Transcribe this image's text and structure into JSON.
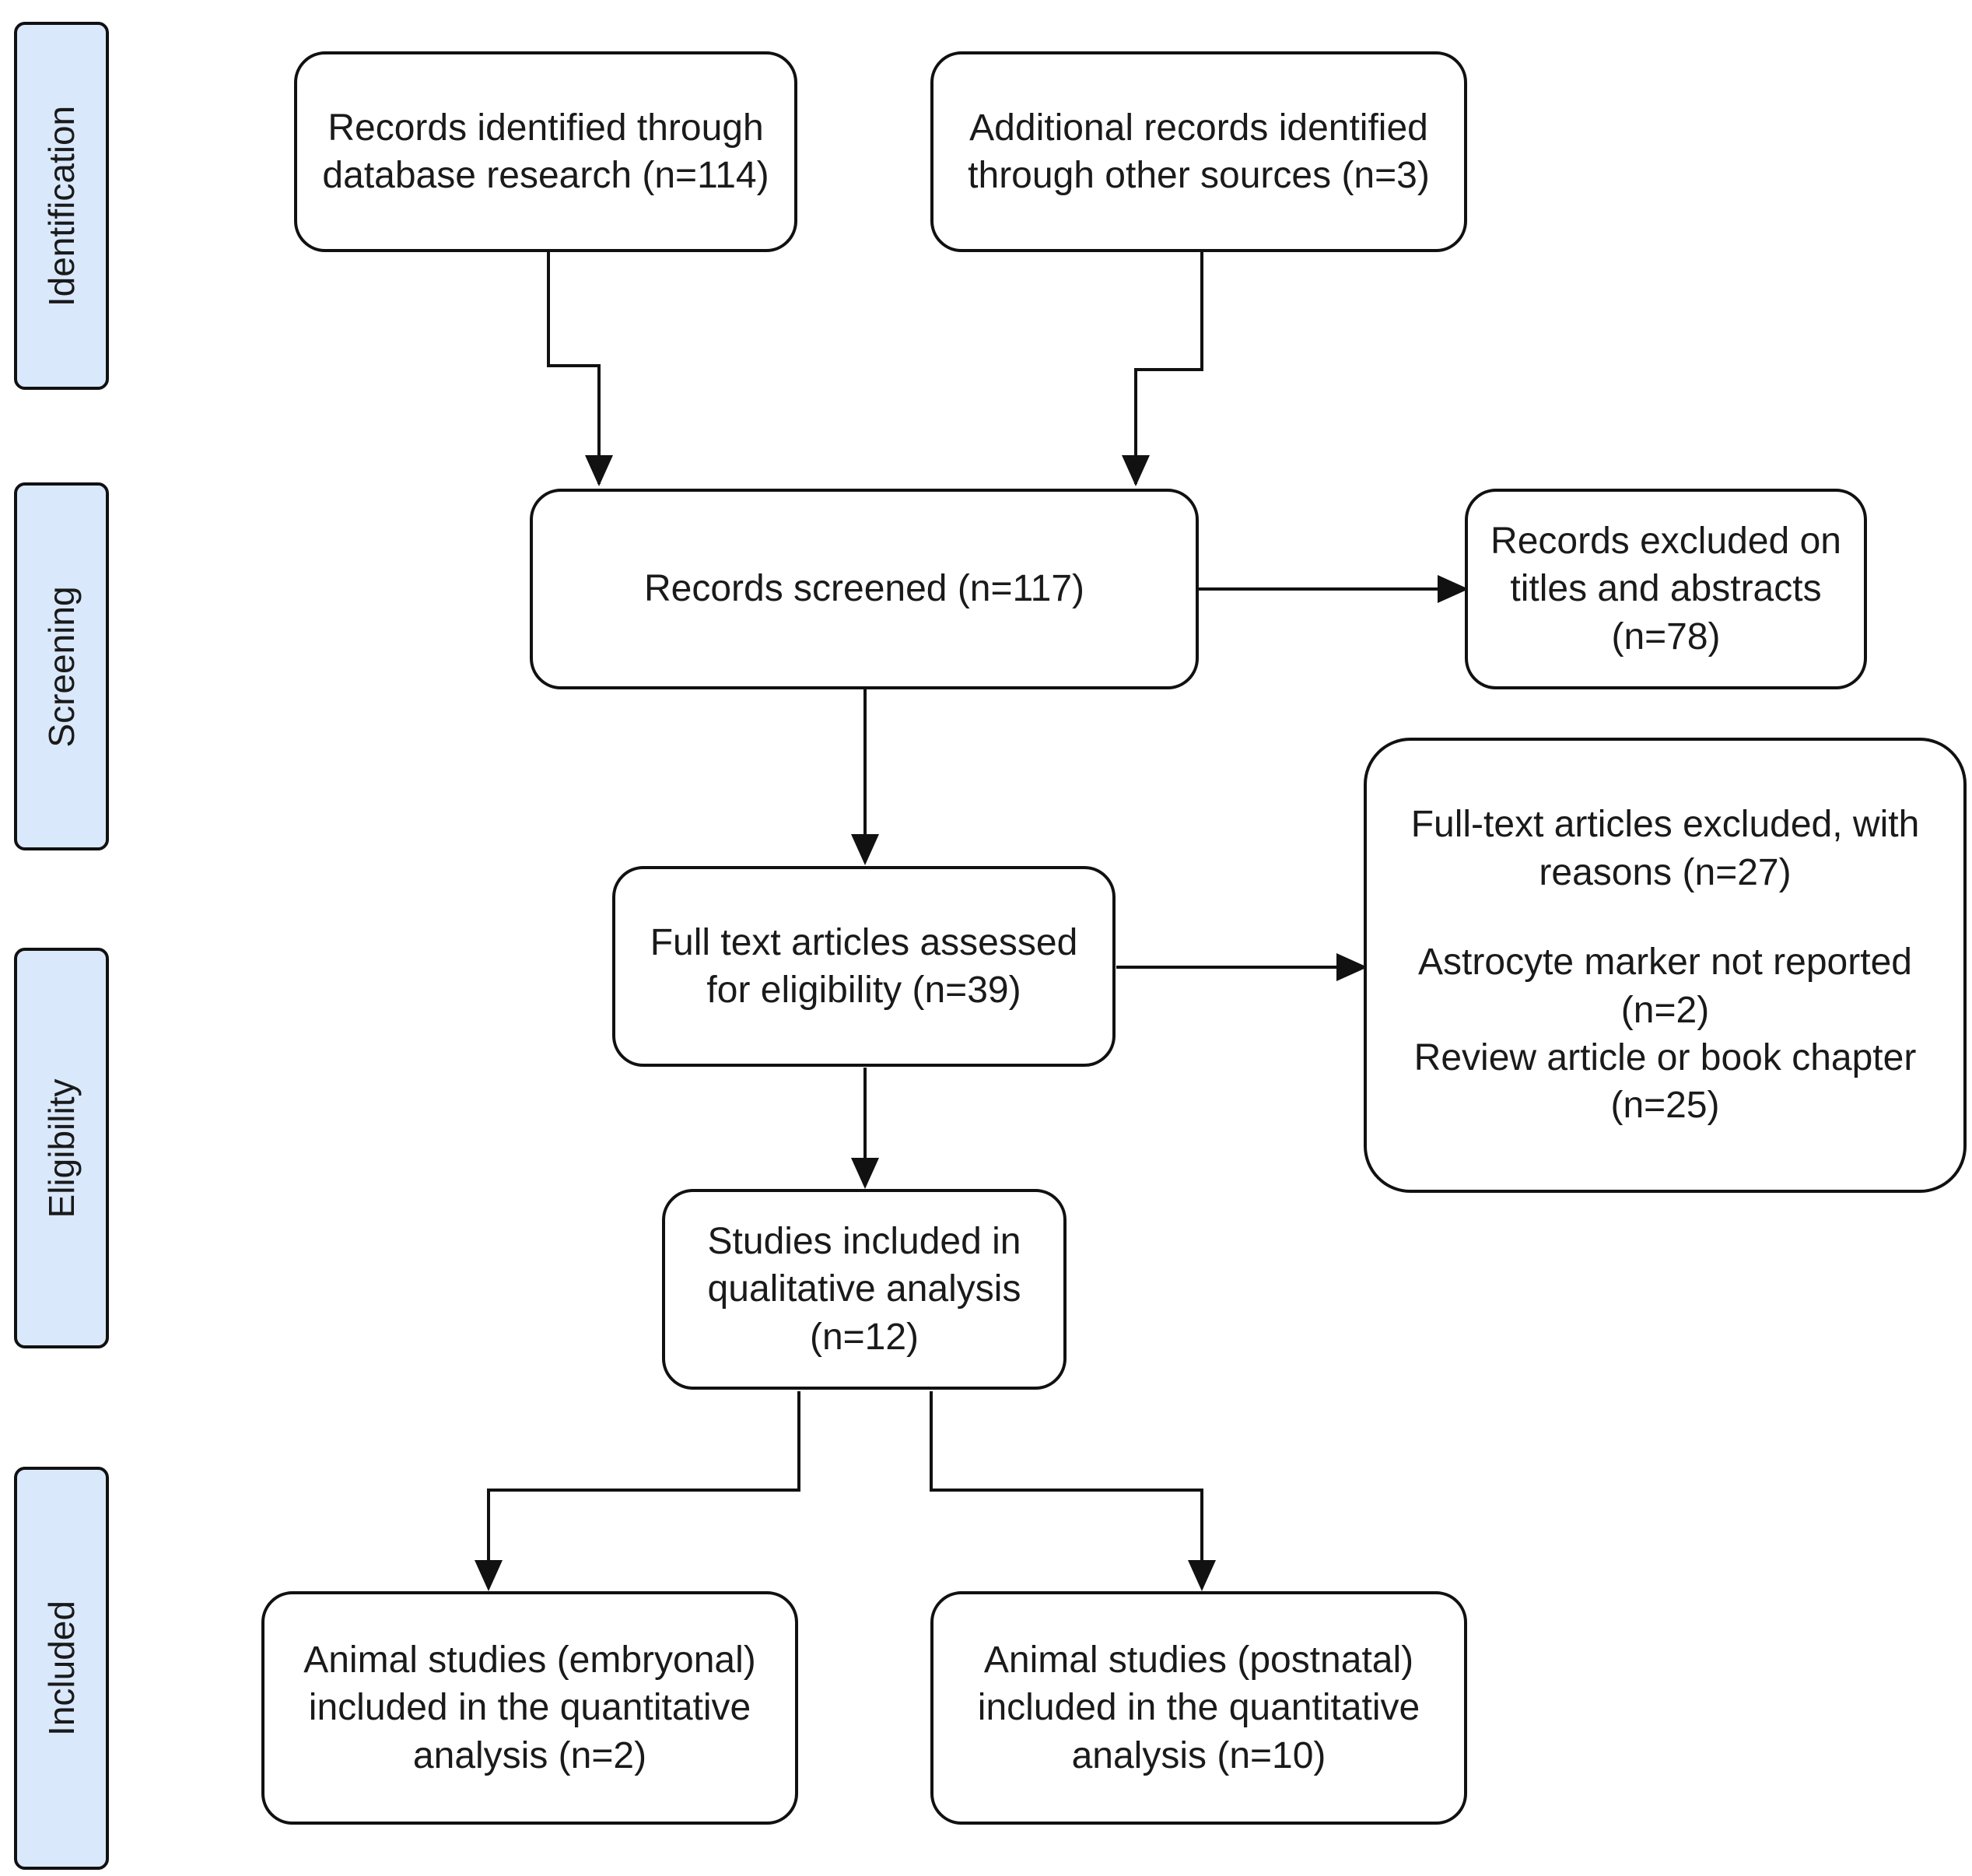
{
  "phases": {
    "identification": "Identification",
    "screening": "Screening",
    "eligibility": "Eligibility",
    "included": "Included"
  },
  "boxes": {
    "database": [
      "Records identified through",
      "database research (n=114)"
    ],
    "other_sources": [
      "Additional records identified",
      "through other sources (n=3)"
    ],
    "screened": [
      "Records screened (n=117)"
    ],
    "excluded_titles": [
      "Records excluded on",
      "titles and abstracts",
      "(n=78)"
    ],
    "assessed": [
      "Full text articles assessed",
      "for eligibility (n=39)"
    ],
    "excluded_fulltext": {
      "header": [
        "Full-text articles excluded, with",
        "reasons (n=27)"
      ],
      "reasons": [
        "Astrocyte marker not reported",
        "(n=2)",
        "Review article or book chapter",
        "(n=25)"
      ]
    },
    "qualitative": [
      "Studies included in",
      "qualitative analysis",
      "(n=12)"
    ],
    "embryonal": [
      "Animal studies (embryonal)",
      "included in the quantitative",
      "analysis (n=2)"
    ],
    "postnatal": [
      "Animal studies (postnatal)",
      "included in the quantitative",
      "analysis (n=10)"
    ]
  },
  "colors": {
    "phase_fill": "#dae8fc",
    "stroke": "#111111",
    "box_fill": "#ffffff"
  }
}
